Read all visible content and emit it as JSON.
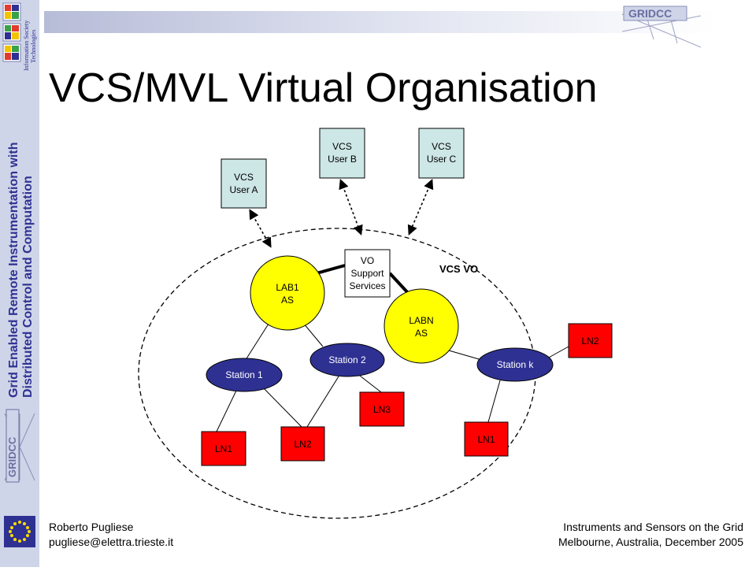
{
  "title": "VCS/MVL Virtual Organisation",
  "sidebar": {
    "logo_text": "GRIDCC",
    "ist_line1": "Information Society",
    "ist_line2": "Technologies",
    "vertical_line1": "Grid Enabled Remote Instrumentation with",
    "vertical_line2": "Distributed Control and Computation"
  },
  "header_logo_text": "GRIDCC",
  "diagram": {
    "vo_label": "VCS VO",
    "users": [
      {
        "line1": "VCS",
        "line2": "User A"
      },
      {
        "line1": "VCS",
        "line2": "User B"
      },
      {
        "line1": "VCS",
        "line2": "User C"
      }
    ],
    "vo_services": {
      "line1": "VO",
      "line2": "Support",
      "line3": "Services"
    },
    "access_servers": [
      {
        "line1": "LAB1",
        "line2": "AS"
      },
      {
        "line1": "LABN",
        "line2": "AS"
      }
    ],
    "stations": [
      "Station 1",
      "Station 2",
      "Station k"
    ],
    "lab_nodes": [
      "LN1",
      "LN2",
      "LN3",
      "LN1",
      "LN2"
    ]
  },
  "footer": {
    "author": "Roberto Pugliese",
    "email": "pugliese@elettra.trieste.it",
    "event": "Instruments and Sensors on the Grid",
    "location": "Melbourne, Australia, December 2005"
  },
  "colors": {
    "sidebar": "#cfd5e8",
    "user_box": "#cde6e6",
    "access_server": "#ffff00",
    "station": "#2e3192",
    "lab_node": "#ff0000"
  }
}
